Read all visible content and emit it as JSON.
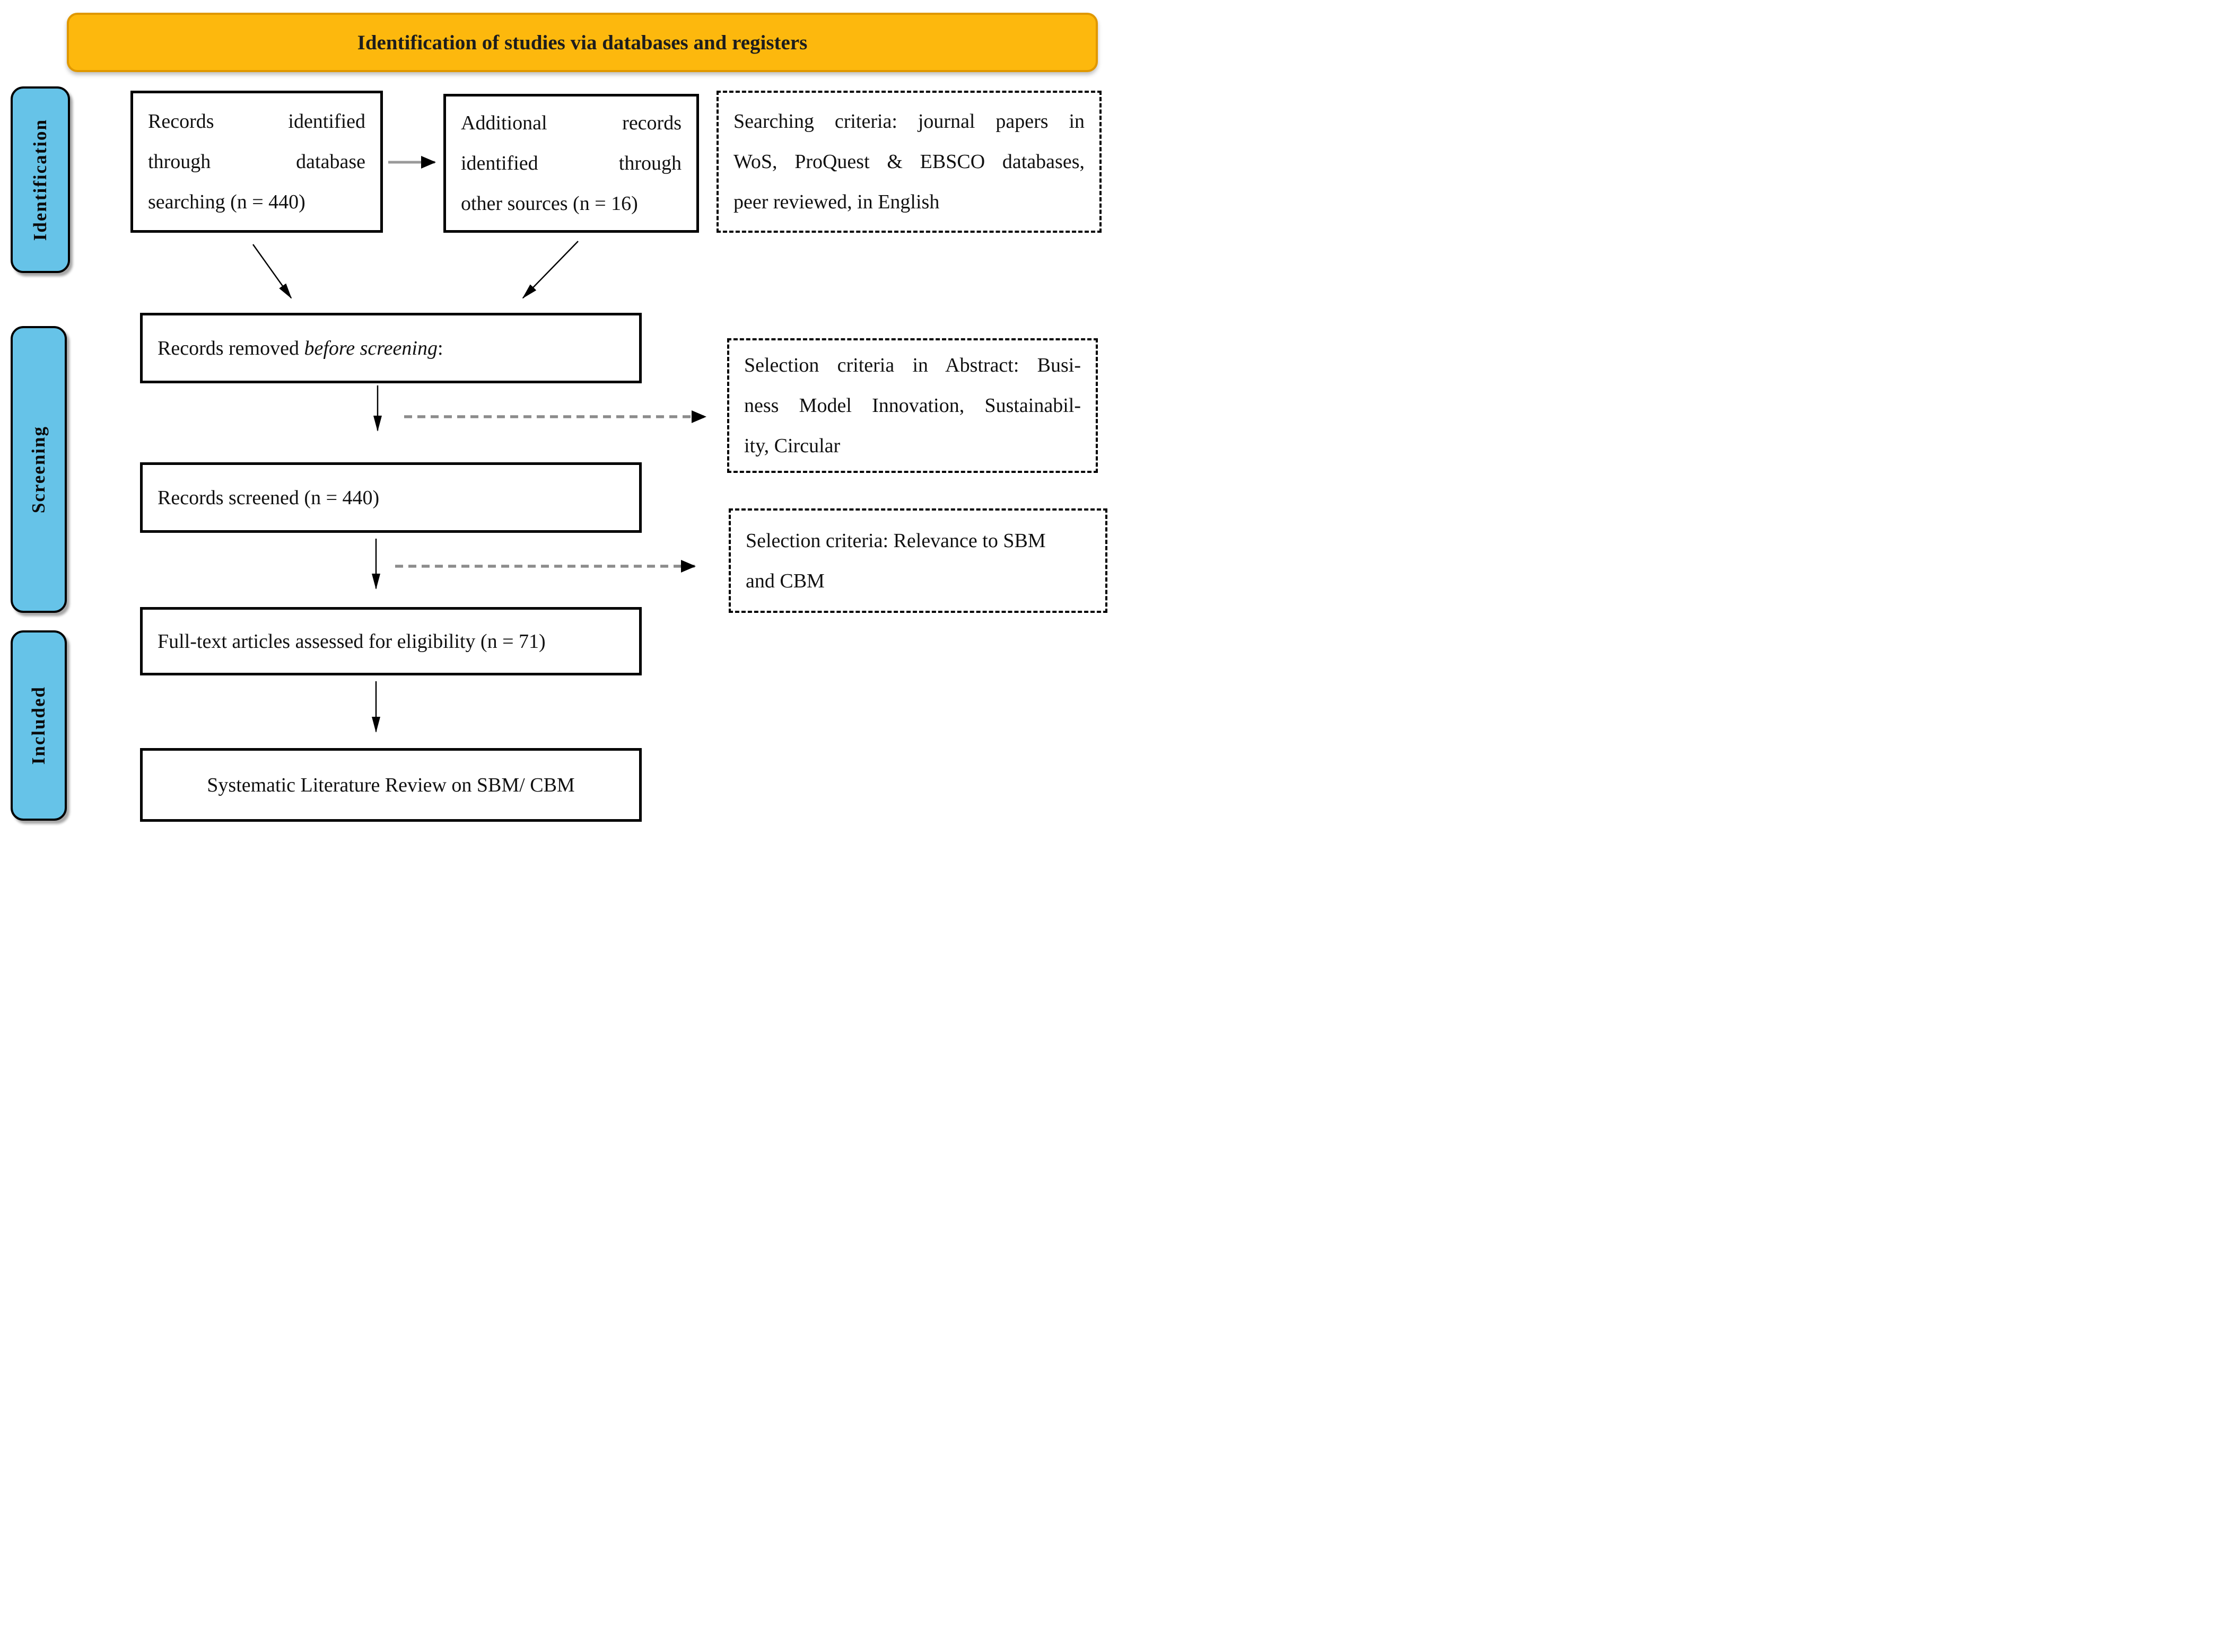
{
  "banner": {
    "title": "Identification of studies via databases and registers"
  },
  "side_labels": {
    "identification": "Identification",
    "screening": "Screening",
    "included": "Included"
  },
  "flow_boxes": {
    "records_identified": {
      "lines": [
        "Records identified",
        "through database",
        "searching (n = 440)"
      ]
    },
    "additional_records": {
      "lines": [
        "Additional records",
        "identified through",
        "other sources (n = 16)"
      ]
    },
    "records_removed": {
      "prefix": "Records removed ",
      "emphasis": "before screening",
      "suffix": ":"
    },
    "records_screened": {
      "text": "Records screened (n = 440)"
    },
    "full_text_assessed": {
      "text": "Full-text articles assessed for eligibility (n = 71)"
    },
    "slr_included": {
      "text": "Systematic Literature Review on SBM/ CBM"
    }
  },
  "criteria_boxes": {
    "searching_criteria": {
      "lines": [
        "Searching criteria: journal papers in",
        "WoS, ProQuest & EBSCO databases,",
        "peer reviewed, in English"
      ]
    },
    "selection_criteria_abstract": {
      "lines": [
        "Selection criteria in Abstract: Busi-",
        "ness Model Innovation, Sustainabil-",
        "ity, Circular"
      ]
    },
    "selection_criteria_relevance": {
      "lines": [
        "Selection criteria: Relevance to SBM",
        "and CBM"
      ]
    }
  },
  "colors": {
    "banner_fill": "#FDB80D",
    "banner_border": "#E09800",
    "stage_label_fill": "#66C3E8",
    "box_border": "#000000",
    "arrow_black": "#000000",
    "arrow_gray": "#8C8C8C",
    "text": "#111111"
  }
}
